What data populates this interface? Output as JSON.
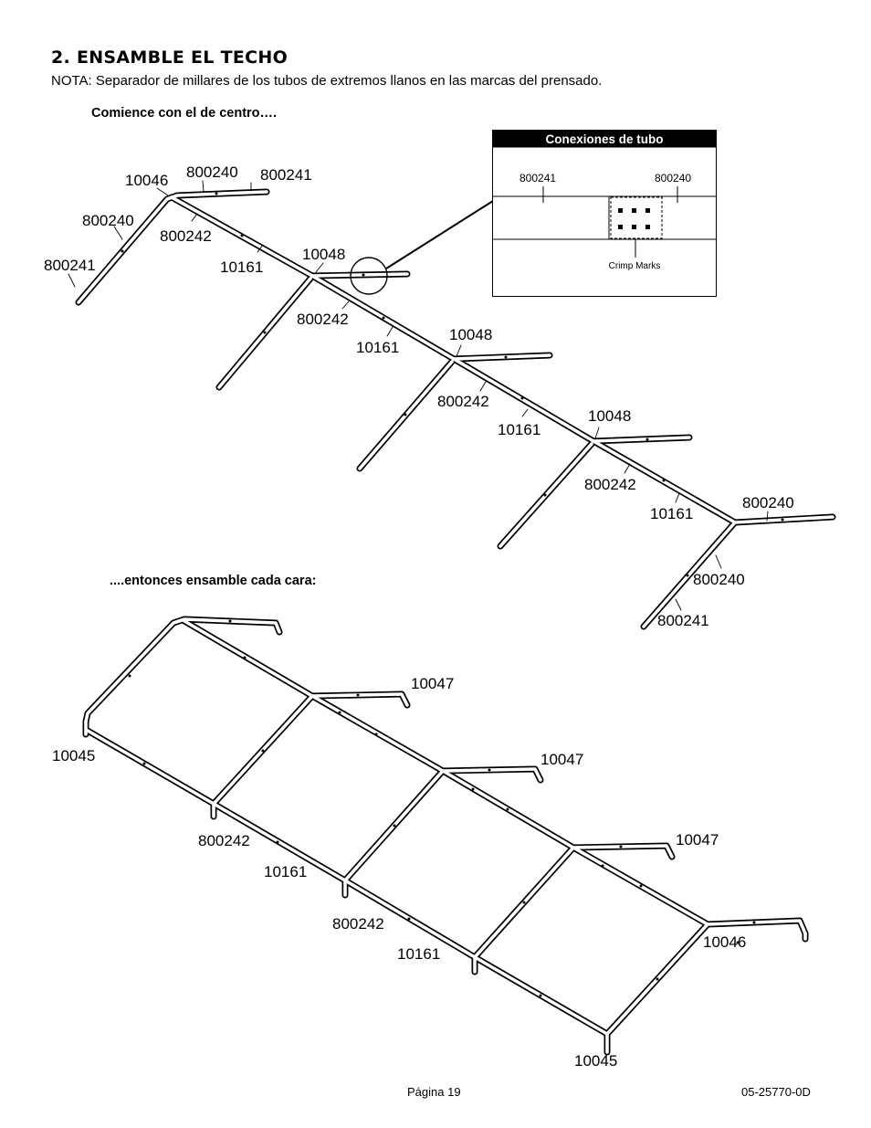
{
  "heading": "2. ENSAMBLE EL TECHO",
  "note": "NOTA: Separador de millares de los tubos de extremos llanos en las marcas del prensado.",
  "step1": "Comience con el de centro….",
  "step2": "....entonces ensamble cada cara:",
  "inset": {
    "title": "Conexiones de tubo",
    "left_part": "800241",
    "right_part": "800240",
    "crimp_label": "Crimp Marks"
  },
  "top_labels": {
    "l1": "800240",
    "l2": "800241",
    "l3": "10046",
    "l4": "800240",
    "l5": "800242",
    "l6": "800241",
    "l7": "10161",
    "l8": "10048",
    "l9": "800242",
    "l10": "10161",
    "l11": "10048",
    "l12": "800242",
    "l13": "10161",
    "l14": "10048",
    "l15": "800242",
    "l16": "10161",
    "l17": "800240",
    "l18": "800240",
    "l19": "800241"
  },
  "bottom_labels": {
    "b1": "10047",
    "b2": "10045",
    "b3": "10047",
    "b4": "800242",
    "b5": "10047",
    "b6": "10161",
    "b7": "800242",
    "b8": "10046",
    "b9": "10161",
    "b10": "10045"
  },
  "footer": {
    "page": "Página 19",
    "doc_number": "05-25770-0D"
  }
}
